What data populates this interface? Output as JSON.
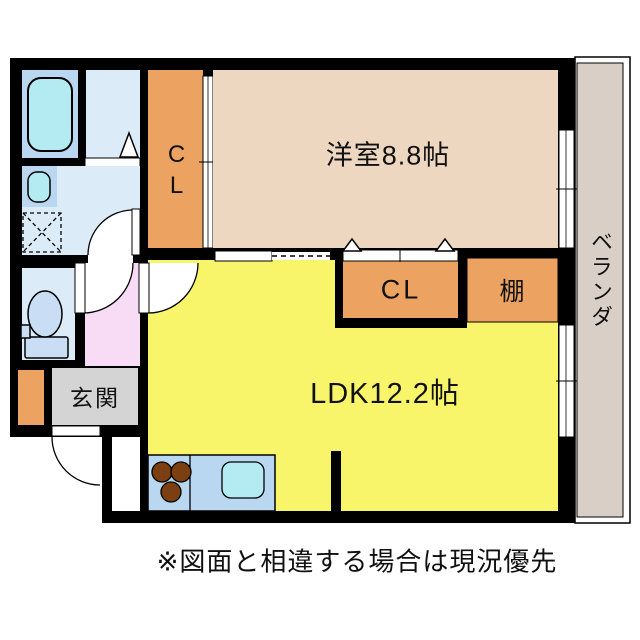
{
  "rooms": {
    "western_room": {
      "label": "洋室8.8帖"
    },
    "ldk": {
      "label": "LDK12.2帖"
    },
    "closet_tall": {
      "label": "CL"
    },
    "closet_mid": {
      "label": "CL"
    },
    "shelf": {
      "label": "棚"
    },
    "genkan": {
      "label": "玄関"
    },
    "veranda": {
      "label": "ベランダ"
    }
  },
  "disclaimer": "※図面と相違する場合は現況優先",
  "fixtures": [
    "bathtub-icon",
    "washbasin-icon",
    "washer-pan-icon",
    "toilet-icon",
    "stove-burners-icon",
    "kitchen-sink-icon",
    "shoe-cabinet"
  ],
  "colors": {
    "wall": "#000000",
    "room_light_blue": "#dcebf8",
    "panel_blue": "#b9d7f0",
    "fixture_cyan": "#b4ebf3",
    "fixture_blue": "#c9def4",
    "hall_pink": "#f8dcf5",
    "genkan_gray": "#d4d4d4",
    "closet_orange": "#eca361",
    "western_tan": "#eed7c0",
    "ldk_yellow": "#f8f56b",
    "veranda_beige": "#d9cfc6",
    "burner_brown": "#7b3f12"
  }
}
